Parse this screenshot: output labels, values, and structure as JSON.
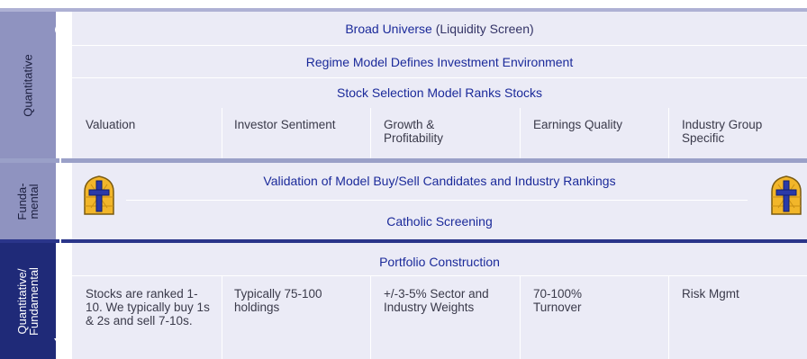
{
  "bands": {
    "quantitative": "Quantitative",
    "fundamental_line1": "Funda-",
    "fundamental_line2": "mental",
    "quant_fund_line1": "Quantitative/",
    "quant_fund_line2": "Fundamental"
  },
  "quantitative_section": {
    "row1_main": "Broad Universe",
    "row1_paren": "(Liquidity Screen)",
    "row2": "Regime Model Defines Investment Environment",
    "row3": "Stock Selection Model Ranks Stocks",
    "factors": [
      "Valuation",
      "Investor Sentiment",
      "Growth & Profitability",
      "Earnings Quality",
      "Industry Group Specific"
    ]
  },
  "fundamental_section": {
    "row1": "Validation of Model Buy/Sell Candidates and Industry Rankings",
    "row2": "Catholic Screening"
  },
  "portfolio_section": {
    "title": "Portfolio Construction",
    "items": [
      "Stocks are ranked 1-10. We typically buy 1s & 2s and sell 7-10s.",
      "Typically 75-100 holdings",
      "+/-3-5% Sector and Industry Weights",
      "70-100% Turnover",
      "Risk Mgmt"
    ]
  },
  "colors": {
    "accent_text": "#1b2a9a",
    "band_light": "#8f93c0",
    "band_dark": "#1f2a78",
    "panel_bg": "#ebebf6",
    "window_gold": "#f2b62a",
    "cross_blue": "#2a3aa8"
  },
  "icons": [
    "stained-glass-cross-icon"
  ]
}
